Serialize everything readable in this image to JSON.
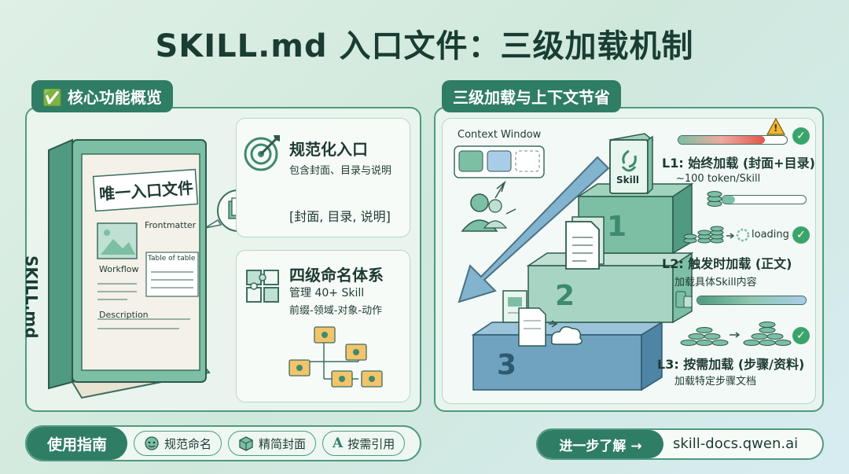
{
  "title": "SKILL.md 入口文件：三级加载机制",
  "left": {
    "tag_icon": "✅",
    "tag": "核心功能概览",
    "book": {
      "spine": "SKILL.md",
      "cover_title": "唯一入口文件",
      "frontmatter": "Frontmatter",
      "workflow": "Workflow",
      "table": "Table of table",
      "description": "Description"
    },
    "card1": {
      "title": "规范化入口",
      "sub": "包含封面、目录与说明",
      "bracket": "[封面, 目录, 说明]"
    },
    "card2": {
      "title": "四级命名体系",
      "sub1": "管理 40+ Skill",
      "sub2": "前缀-领域-对象-动作"
    }
  },
  "right": {
    "tag": "三级加载与上下文节省",
    "context_window": "Context Window",
    "cube_label": "Skill",
    "steps": [
      "1",
      "2",
      "3"
    ],
    "warn": "!",
    "check": "✓",
    "l1": {
      "title": "L1: 始终加载 (封面+目录)",
      "sub": "~100 token/Skill",
      "bar": 0.15
    },
    "loading": "loading",
    "l2": {
      "title": "L2: 触发时加载 (正文)",
      "sub": "加载具体Skill内容",
      "bar": 1.0
    },
    "l3": {
      "title": "L3: 按需加载 (步骤/资料)",
      "sub": "加载特定步骤文档"
    },
    "top_bar": 0.8
  },
  "footer": {
    "guide": "使用指南",
    "pills": [
      {
        "icon": "face-icon",
        "label": "规范命名"
      },
      {
        "icon": "cube-icon",
        "label": "精简封面"
      },
      {
        "icon": "letter-a-icon",
        "glyph": "A",
        "label": "按需引用"
      }
    ],
    "more": "进一步了解 →",
    "url": "skill-docs.qwen.ai"
  },
  "colors": {
    "accent": "#2f7d64",
    "check": "#3aa56a",
    "warn": "#f2b632"
  }
}
